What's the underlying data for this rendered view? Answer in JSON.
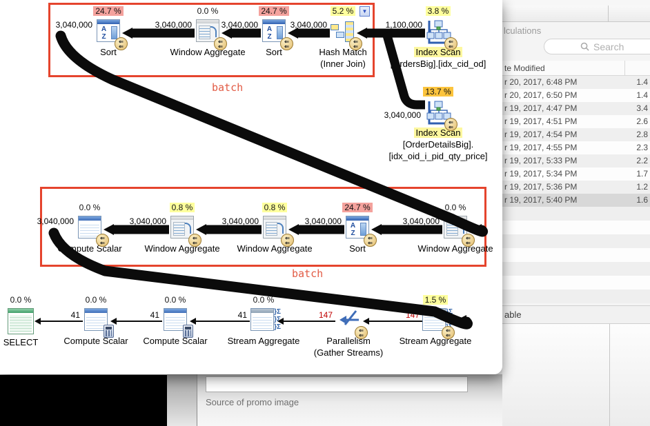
{
  "icons": {
    "badge": "⇐",
    "sigma": "Σ",
    "brace": "}",
    "dropdown": "▼"
  },
  "plan": {
    "batch1": "batch",
    "batch2": "batch",
    "row1": [
      {
        "pct": "24.7 %",
        "count": "3,040,000",
        "label": "Sort"
      },
      {
        "pct": "0.0 %",
        "count": "3,040,000",
        "label": "Window Aggregate"
      },
      {
        "pct": "24.7 %",
        "count": "3,040,000",
        "label": "Sort"
      },
      {
        "pct": "5.2 %",
        "count": "3,040,000",
        "label": "Hash Match",
        "label2": "(Inner Join)"
      },
      {
        "pct": "3.8 %",
        "count": "1,100,000",
        "label": "Index Scan",
        "label2": "[OrdersBig].[idx_cid_od]"
      }
    ],
    "branch": {
      "pct": "13.7 %",
      "count": "3,040,000",
      "label": "Index Scan",
      "label2": "[OrderDetailsBig].",
      "label3": "[idx_oid_i_pid_qty_price]"
    },
    "row2": [
      {
        "pct": "0.0 %",
        "count": "3,040,000",
        "label": "Compute Scalar"
      },
      {
        "pct": "0.8 %",
        "count": "3,040,000",
        "label": "Window Aggregate"
      },
      {
        "pct": "0.8 %",
        "count": "3,040,000",
        "label": "Window Aggregate"
      },
      {
        "pct": "24.7 %",
        "count": "3,040,000",
        "label": "Sort"
      },
      {
        "pct": "0.0 %",
        "count": "3,040,000",
        "label": "Window Aggregate"
      }
    ],
    "row3": [
      {
        "pct": "0.0 %",
        "label": "SELECT"
      },
      {
        "pct": "0.0 %",
        "count": "41",
        "label": "Compute Scalar"
      },
      {
        "pct": "0.0 %",
        "count": "41",
        "label": "Compute Scalar"
      },
      {
        "pct": "0.0 %",
        "count": "41",
        "label": "Stream Aggregate"
      },
      {
        "pct": "0.0 %",
        "count": "147",
        "label": "Parallelism",
        "label2": "(Gather Streams)"
      },
      {
        "pct": "1.5 %",
        "count": "147",
        "label": "Stream Aggregate"
      }
    ]
  },
  "background": {
    "title_fragment": "lculations",
    "search_placeholder": "Search",
    "column_header": "te Modified",
    "section_fragment": "able",
    "files": [
      {
        "date": "r 20, 2017, 6:48 PM",
        "size": "1.4"
      },
      {
        "date": "r 20, 2017, 6:50 PM",
        "size": "1.4"
      },
      {
        "date": "r 19, 2017, 4:47 PM",
        "size": "3.4"
      },
      {
        "date": "r 19, 2017, 4:51 PM",
        "size": "2.6"
      },
      {
        "date": "r 19, 2017, 4:54 PM",
        "size": "2.8"
      },
      {
        "date": "r 19, 2017, 4:55 PM",
        "size": "2.3"
      },
      {
        "date": "r 19, 2017, 5:33 PM",
        "size": "2.2"
      },
      {
        "date": "r 19, 2017, 5:34 PM",
        "size": "1.7"
      },
      {
        "date": "r 19, 2017, 5:36 PM",
        "size": "1.2"
      },
      {
        "date": "r 19, 2017, 5:40 PM",
        "size": "1.6"
      }
    ]
  },
  "bottom": {
    "promo_label": "Source of promo image"
  }
}
